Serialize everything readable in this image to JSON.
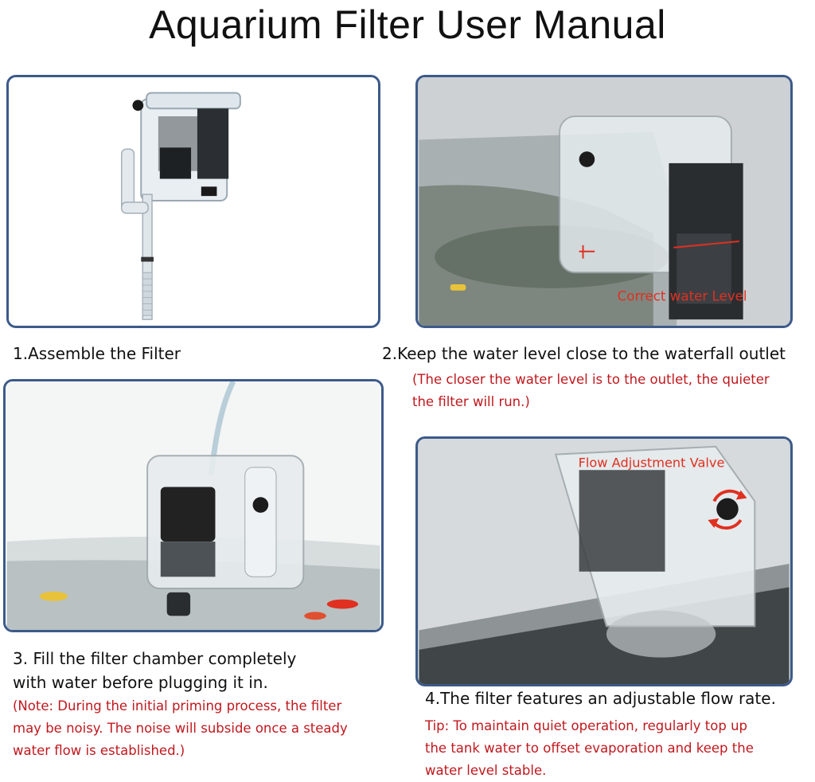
{
  "title": "Aquarium Filter User Manual",
  "steps": [
    {
      "caption": "1.Assemble the Filter"
    },
    {
      "caption": "2.Keep the water level close to the waterfall outlet",
      "note_lines": [
        "(The closer the water level is to the outlet, the quieter",
        "the filter will run.)"
      ],
      "image_label": "Correct water Level"
    },
    {
      "caption_lines": [
        "3. Fill the filter chamber completely",
        "with water before plugging it in."
      ],
      "note_lines": [
        "(Note: During the initial priming process, the filter",
        "may be noisy. The noise will subside once a steady",
        "water flow is established.)"
      ]
    },
    {
      "caption": "4.The filter features an adjustable flow rate.",
      "note_lines": [
        "Tip: To maintain quiet operation, regularly top up",
        "the tank water to offset evaporation and keep the",
        "water level stable."
      ],
      "image_label": "Flow Adjustment Valve"
    }
  ],
  "colors": {
    "panel_border": "#3c5a8a",
    "note_text": "#c0181e",
    "label_red": "#e03020"
  }
}
